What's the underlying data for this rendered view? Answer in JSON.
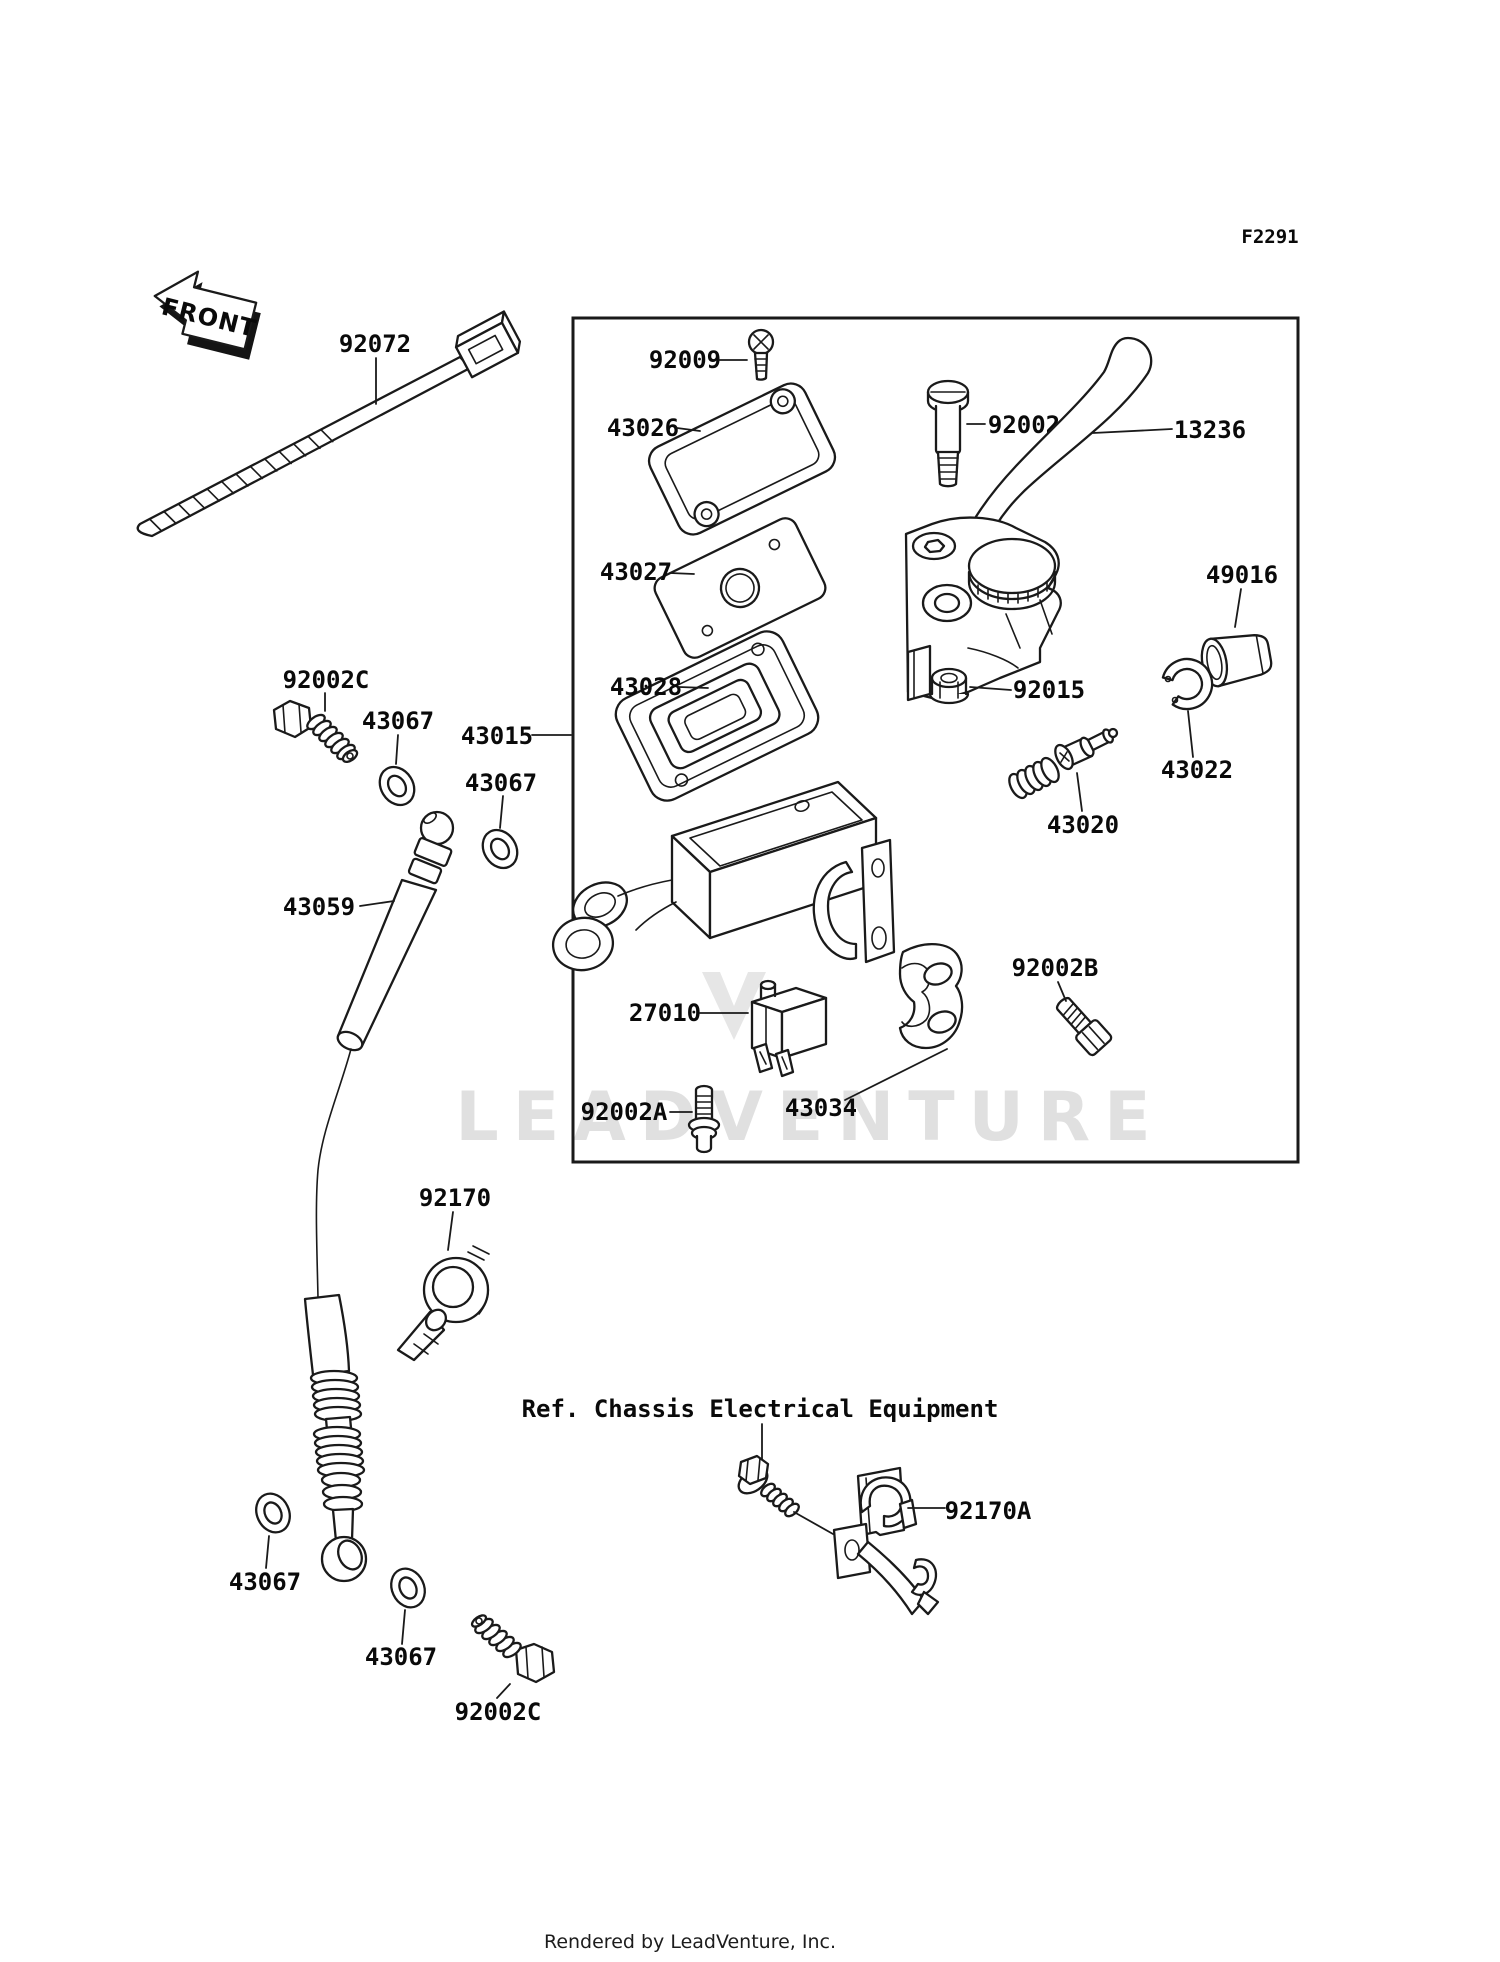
{
  "diagram": {
    "code": "F2291",
    "front_label": "FRONT",
    "watermark": "LEADVENTURE",
    "reference_note": "Ref. Chassis Electrical Equipment",
    "footer": "Rendered by LeadVenture, Inc."
  },
  "parts": {
    "13236": "13236",
    "27010": "27010",
    "43015": "43015",
    "43020": "43020",
    "43022": "43022",
    "43026": "43026",
    "43027": "43027",
    "43028": "43028",
    "43034": "43034",
    "43059": "43059",
    "43067": "43067",
    "49016": "49016",
    "92002": "92002",
    "92002A": "92002A",
    "92002B": "92002B",
    "92002C": "92002C",
    "92009": "92009",
    "92015": "92015",
    "92072": "92072",
    "92170": "92170",
    "92170A": "92170A"
  }
}
